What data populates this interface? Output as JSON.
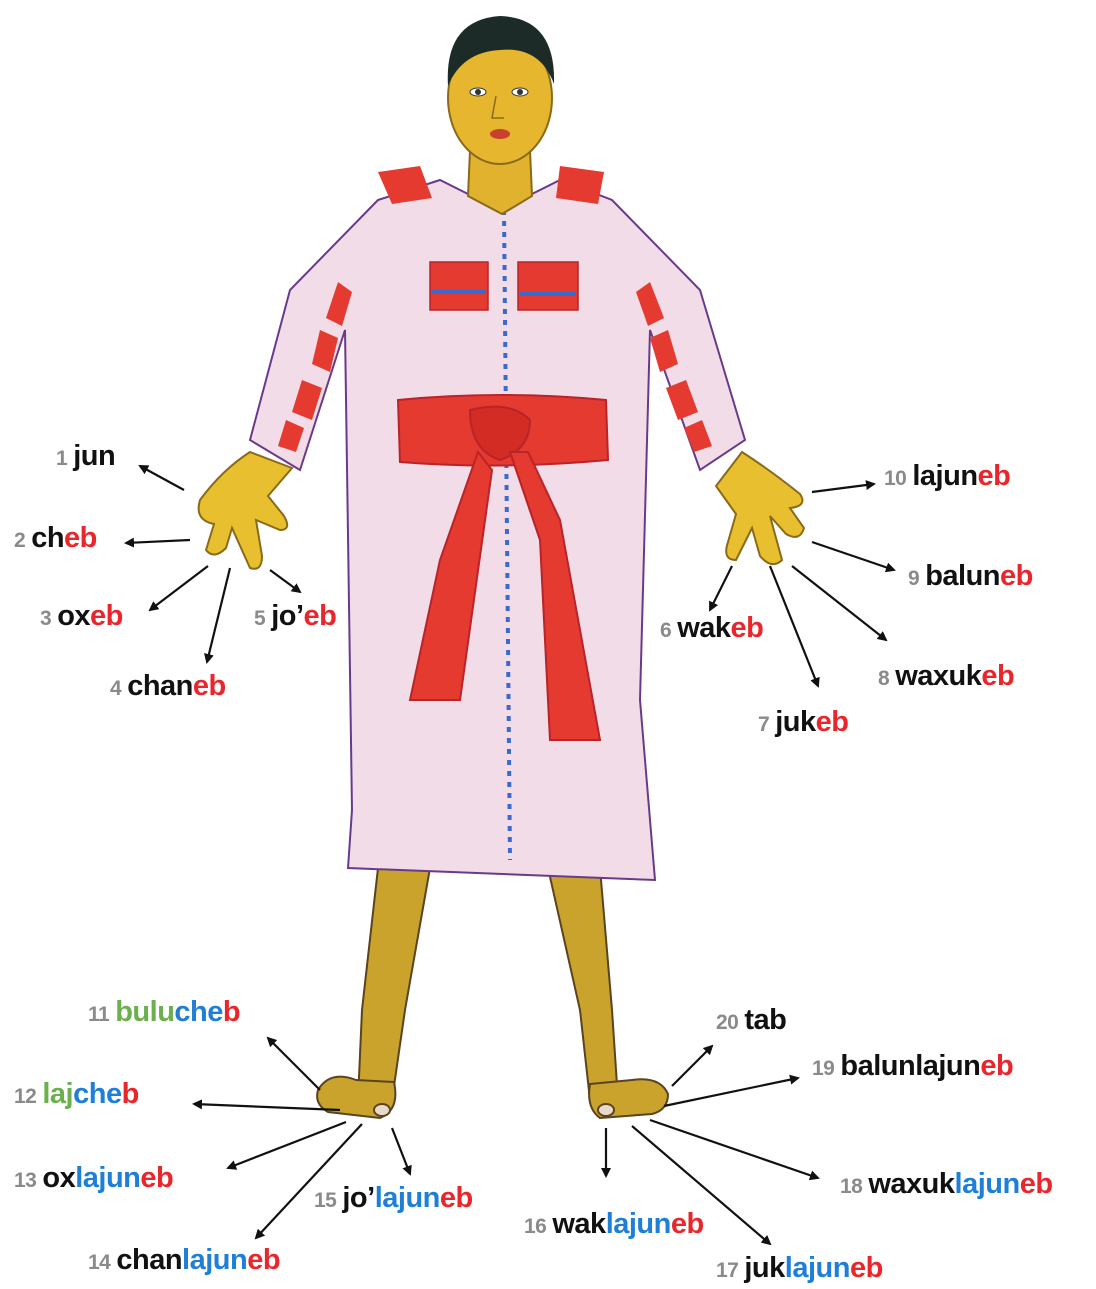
{
  "colors": {
    "number": "#8a8a8a",
    "black": "#111111",
    "red": "#e8262b",
    "blue": "#1f7fd6",
    "green": "#6ab04c",
    "arrow": "#111111",
    "skin": "#e6b62e",
    "robe": "#f2dce8",
    "sash": "#e53a30"
  },
  "labels": [
    {
      "id": "n1",
      "number": "1",
      "parts": [
        {
          "t": "jun",
          "c": "k"
        }
      ]
    },
    {
      "id": "n2",
      "number": "2",
      "parts": [
        {
          "t": "ch",
          "c": "k"
        },
        {
          "t": "eb",
          "c": "r"
        }
      ]
    },
    {
      "id": "n3",
      "number": "3",
      "parts": [
        {
          "t": "ox",
          "c": "k"
        },
        {
          "t": "eb",
          "c": "r"
        }
      ]
    },
    {
      "id": "n4",
      "number": "4",
      "parts": [
        {
          "t": "chan",
          "c": "k"
        },
        {
          "t": "eb",
          "c": "r"
        }
      ]
    },
    {
      "id": "n5",
      "number": "5",
      "parts": [
        {
          "t": "jo’",
          "c": "k"
        },
        {
          "t": "eb",
          "c": "r"
        }
      ]
    },
    {
      "id": "n6",
      "number": "6",
      "parts": [
        {
          "t": "wak",
          "c": "k"
        },
        {
          "t": "eb",
          "c": "r"
        }
      ]
    },
    {
      "id": "n7",
      "number": "7",
      "parts": [
        {
          "t": "juk",
          "c": "k"
        },
        {
          "t": "eb",
          "c": "r"
        }
      ]
    },
    {
      "id": "n8",
      "number": "8",
      "parts": [
        {
          "t": "waxuk",
          "c": "k"
        },
        {
          "t": "eb",
          "c": "r"
        }
      ]
    },
    {
      "id": "n9",
      "number": "9",
      "parts": [
        {
          "t": "balun",
          "c": "k"
        },
        {
          "t": "eb",
          "c": "r"
        }
      ]
    },
    {
      "id": "n10",
      "number": "10",
      "parts": [
        {
          "t": "lajun",
          "c": "k"
        },
        {
          "t": "eb",
          "c": "r"
        }
      ]
    },
    {
      "id": "n11",
      "number": "11",
      "parts": [
        {
          "t": "bulu",
          "c": "g"
        },
        {
          "t": "che",
          "c": "b"
        },
        {
          "t": "b",
          "c": "r"
        }
      ]
    },
    {
      "id": "n12",
      "number": "12",
      "parts": [
        {
          "t": "laj",
          "c": "g"
        },
        {
          "t": "che",
          "c": "b"
        },
        {
          "t": "b",
          "c": "r"
        }
      ]
    },
    {
      "id": "n13",
      "number": "13",
      "parts": [
        {
          "t": "ox",
          "c": "k"
        },
        {
          "t": "lajun",
          "c": "b"
        },
        {
          "t": "eb",
          "c": "r"
        }
      ]
    },
    {
      "id": "n14",
      "number": "14",
      "parts": [
        {
          "t": "chan",
          "c": "k"
        },
        {
          "t": "lajun",
          "c": "b"
        },
        {
          "t": "eb",
          "c": "r"
        }
      ]
    },
    {
      "id": "n15",
      "number": "15",
      "parts": [
        {
          "t": "jo’",
          "c": "k"
        },
        {
          "t": "lajun",
          "c": "b"
        },
        {
          "t": "eb",
          "c": "r"
        }
      ]
    },
    {
      "id": "n16",
      "number": "16",
      "parts": [
        {
          "t": "wak",
          "c": "k"
        },
        {
          "t": "lajun",
          "c": "b"
        },
        {
          "t": "eb",
          "c": "r"
        }
      ]
    },
    {
      "id": "n17",
      "number": "17",
      "parts": [
        {
          "t": "juk",
          "c": "k"
        },
        {
          "t": "lajun",
          "c": "b"
        },
        {
          "t": "eb",
          "c": "r"
        }
      ]
    },
    {
      "id": "n18",
      "number": "18",
      "parts": [
        {
          "t": "waxuk",
          "c": "k"
        },
        {
          "t": "lajun",
          "c": "b"
        },
        {
          "t": "eb",
          "c": "r"
        }
      ]
    },
    {
      "id": "n19",
      "number": "19",
      "parts": [
        {
          "t": "balunlajun",
          "c": "k"
        },
        {
          "t": "eb",
          "c": "r"
        }
      ]
    },
    {
      "id": "n20",
      "number": "20",
      "parts": [
        {
          "t": "tab",
          "c": "k"
        }
      ]
    }
  ]
}
